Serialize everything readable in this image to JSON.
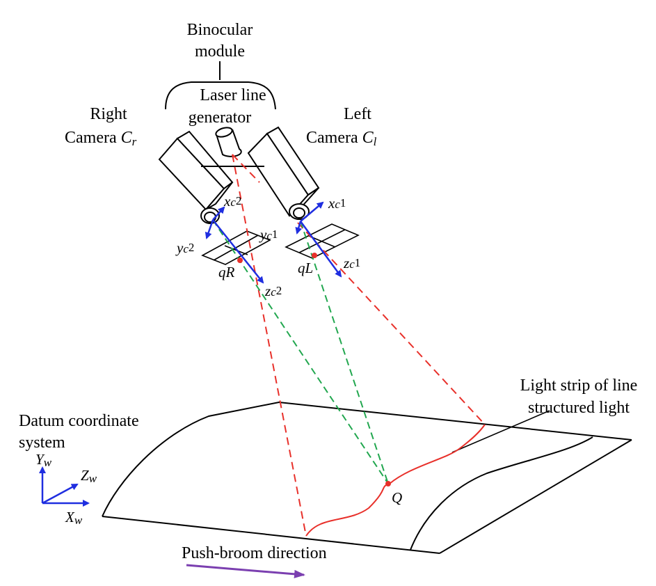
{
  "labels": {
    "binocular_line1": "Binocular",
    "binocular_line2": "module",
    "laser_line1": "Laser line",
    "laser_line2": "generator",
    "right_camera_line1": "Right",
    "right_camera_word": "Camera",
    "right_camera_symbol": "C",
    "right_camera_sub": "r",
    "left_camera_line1": "Left",
    "left_camera_word": "Camera",
    "left_camera_symbol": "C",
    "left_camera_sub": "l",
    "light_strip_line1": "Light strip of line",
    "light_strip_line2": "structured light",
    "datum_line1": "Datum coordinate",
    "datum_line2": "system",
    "push_broom": "Push-broom direction",
    "point_q": "Q",
    "point_qr": "qR",
    "point_ql": "qL"
  },
  "axes": {
    "right_camera": {
      "x_letter": "x",
      "x_sub": "c",
      "x_num": "2",
      "y_letter": "y",
      "y_sub": "c",
      "y_num": "2",
      "z_letter": "z",
      "z_sub": "c",
      "z_num": "2"
    },
    "left_camera": {
      "x_letter": "x",
      "x_sub": "c",
      "x_num": "1",
      "y_letter": "y",
      "y_sub": "c",
      "y_num": "1",
      "z_letter": "z",
      "z_sub": "c",
      "z_num": "1"
    },
    "world": {
      "y_letter": "Y",
      "y_sub": "w",
      "z_letter": "Z",
      "z_sub": "w",
      "x_letter": "X",
      "x_sub": "w"
    }
  },
  "colors": {
    "laser_red": "#e8302a",
    "optical_green": "#22a74f",
    "axis_blue": "#1f2ee0",
    "push_purple": "#7b3fb0",
    "outline": "#000000"
  }
}
